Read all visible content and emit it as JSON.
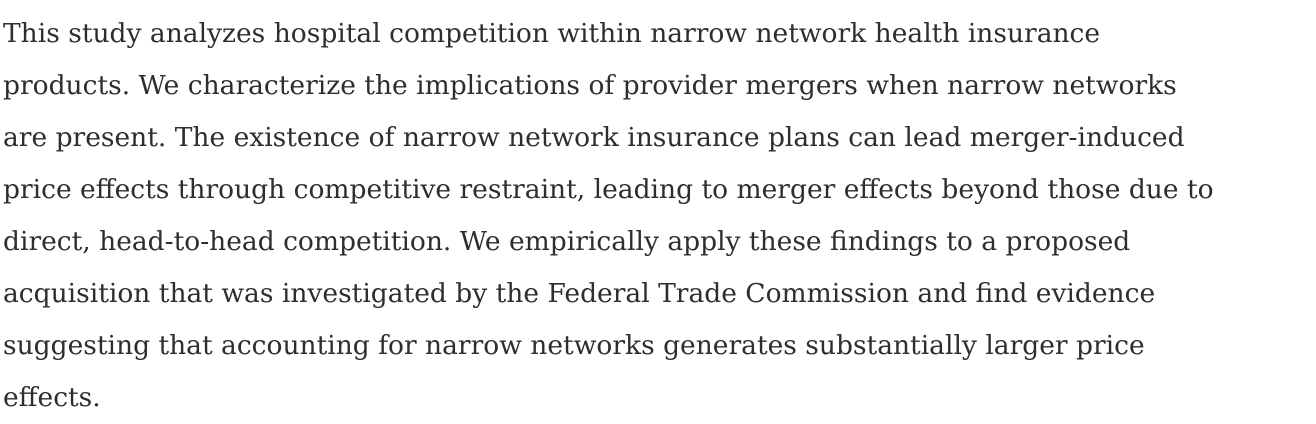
{
  "abstract": {
    "lines": [
      "This study analyzes hospital competition within narrow network health insurance",
      "products. We characterize the implications of provider mergers when narrow networks",
      "are present. The existence of narrow network insurance plans can lead merger-induced",
      "price effects through competitive restraint, leading to merger effects beyond those due to",
      "direct, head-to-head competition. We empirically apply these findings to a proposed",
      "acquisition that was investigated by the Federal Trade Commission and find evidence",
      "suggesting that accounting for narrow networks generates substantially larger price",
      "effects."
    ]
  }
}
